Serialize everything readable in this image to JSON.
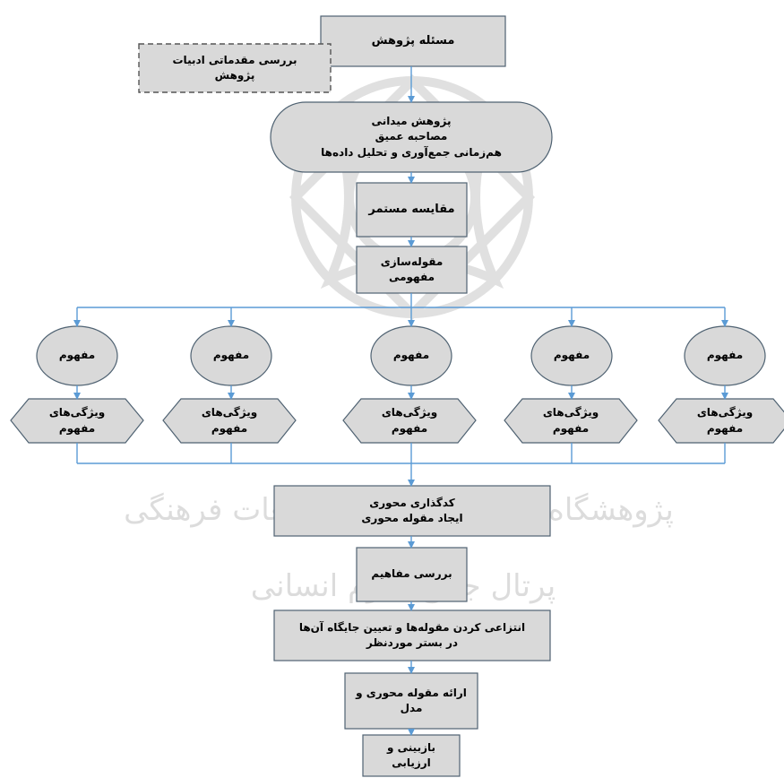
{
  "diagram": {
    "research_problem": "مسئله پژوهش",
    "literature_review": "بررسی مقدماتی ادبیات\nپژوهش",
    "field_research": "پژوهش میدانی\nمصاحبه عمیق\nهم‌زمانی جمع‌آوری و تحلیل داده‌ها",
    "constant_comparison": "مقایسه مستمر",
    "conceptual_categorization": "مقوله‌سازی\nمفهومی",
    "concepts": [
      "مفهوم",
      "مفهوم",
      "مفهوم",
      "مفهوم",
      "مفهوم"
    ],
    "concept_properties": [
      "ویژگی‌های\nمفهوم",
      "ویژگی‌های\nمفهوم",
      "ویژگی‌های\nمفهوم",
      "ویژگی‌های\nمفهوم",
      "ویژگی‌های\nمفهوم"
    ],
    "axial_coding": "کدگذاری محوری\nایجاد مقوله محوری",
    "concept_review": "بررسی مفاهیم",
    "category_abstraction": "انتزاعی کردن مقوله‌ها و تعیین جایگاه آن‌ها\nدر بستر موردنظر",
    "core_category_model": "ارائه مقوله محوری و\nمدل",
    "review_evaluation": "بازبینی و\nارزیابی"
  },
  "watermark": {
    "line1": "پژوهشگاه علوم انسانی و مطالعات فرهنگی",
    "line2": "پرتال جامع علوم انسانی"
  },
  "colors": {
    "box_fill": "#d9d9d9",
    "box_stroke": "#4f6272",
    "arrow": "#5b9bd5",
    "watermark": "#9a9a9a"
  }
}
